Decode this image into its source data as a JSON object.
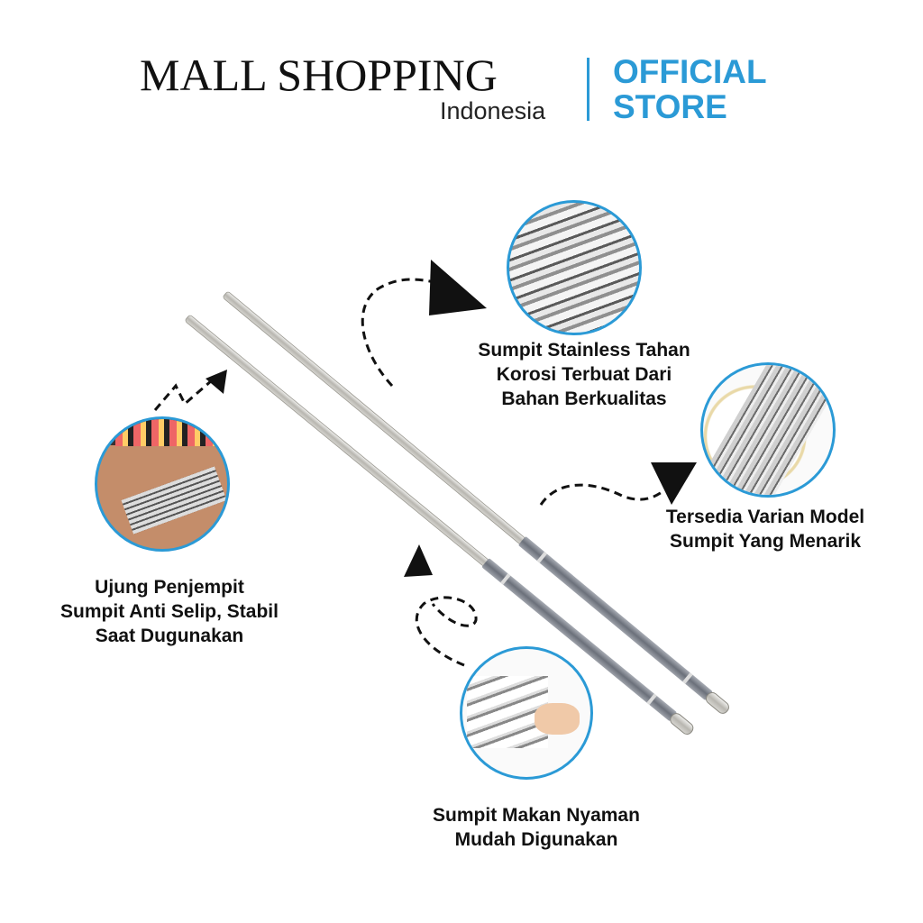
{
  "header": {
    "brand": "MALL SHOPPING",
    "brand_sub": "Indonesia",
    "official_line1": "OFFICIAL",
    "official_line2": "STORE",
    "accent_color": "#2b9ad6"
  },
  "features": [
    {
      "lines": [
        "Sumpit Stainless Tahan",
        "Korosi Terbuat Dari",
        "Bahan Berkualitas"
      ]
    },
    {
      "lines": [
        "Tersedia Varian Model",
        "Sumpit Yang Menarik"
      ]
    },
    {
      "lines": [
        "Ujung Penjempit",
        "Sumpit Anti Selip, Stabil",
        "Saat Dugunakan"
      ]
    },
    {
      "lines": [
        "Sumpit Makan Nyaman",
        "Mudah Digunakan"
      ]
    }
  ]
}
